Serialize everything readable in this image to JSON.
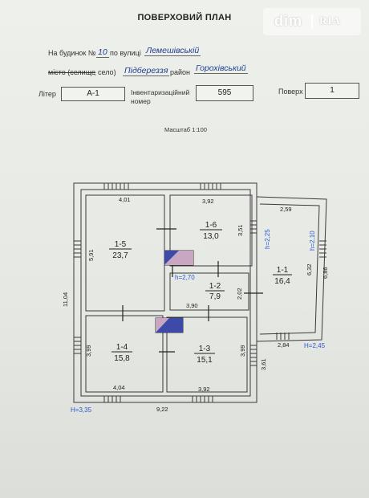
{
  "header": {
    "title": "ПОВЕРХОВИЙ ПЛАН",
    "house_label": "На будинок №",
    "house_number": "10",
    "street_label": "по вулиці",
    "street_name": "Лемешівській",
    "settlement_label_struck": "місто (селище",
    "settlement_label_rest": ", село)",
    "settlement_name": "Підбереззя",
    "district_label": "район",
    "district_name": "Горохівський",
    "liter_label": "Літер",
    "liter_value": "А-1",
    "inventory_label_1": "Інвентаризаційний",
    "inventory_label_2": "номер",
    "inventory_value": "595",
    "floor_label": "Поверх",
    "floor_value": "1",
    "scale": "Масштаб 1:100"
  },
  "watermark": {
    "brand_left": "dim",
    "brand_right": "RIA"
  },
  "plan": {
    "rooms": [
      {
        "id": "1-5",
        "area": "23,7"
      },
      {
        "id": "1-6",
        "area": "13,0"
      },
      {
        "id": "1-2",
        "area": "7,9"
      },
      {
        "id": "1-1",
        "area": "16,4"
      },
      {
        "id": "1-4",
        "area": "15,8"
      },
      {
        "id": "1-3",
        "area": "15,1"
      }
    ],
    "dimensions": {
      "d_401": "4,01",
      "d_392_top": "3,92",
      "d_351": "3,51",
      "d_591": "5,91",
      "d_1104": "11,04",
      "d_259": "2,59",
      "d_632": "6,32",
      "d_686": "6,86",
      "d_202": "2,02",
      "d_390": "3,90",
      "d_399_left": "3,99",
      "d_399_right": "3,99",
      "d_361": "3,61",
      "d_284": "2,84",
      "d_404": "4,04",
      "d_392_bottom": "3,92",
      "d_922": "9,22"
    },
    "heights": {
      "h_225": "h=2,25",
      "h_210": "h=2,10",
      "h_270": "h=2,70",
      "h_245": "H=2,45",
      "h_335": "H=3,35"
    }
  }
}
